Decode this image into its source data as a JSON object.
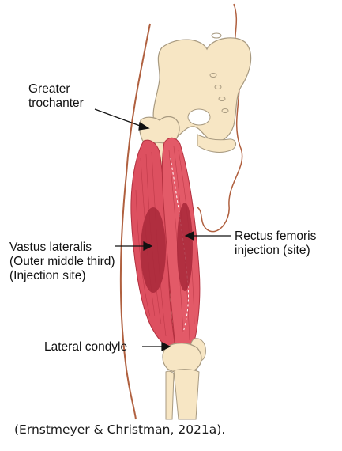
{
  "labels": {
    "greater_trochanter": [
      "Greater",
      "trochanter"
    ],
    "vastus_lateralis": [
      "Vastus lateralis",
      "(Outer middle third)",
      "(Injection site)"
    ],
    "rectus_femoris": [
      "Rectus femoris",
      "injection (site)"
    ],
    "lateral_condyle": "Lateral condyle"
  },
  "caption": "(Ernstmeyer & Christman, 2021a).",
  "colors": {
    "bone": "#f7e6c4",
    "bone_outline": "#a89a80",
    "muscle": "#dd5060",
    "muscle_stripe": "#b3303f",
    "injection_site": "#a8283a",
    "skin": "#b0603f",
    "arrow": "#111111"
  }
}
